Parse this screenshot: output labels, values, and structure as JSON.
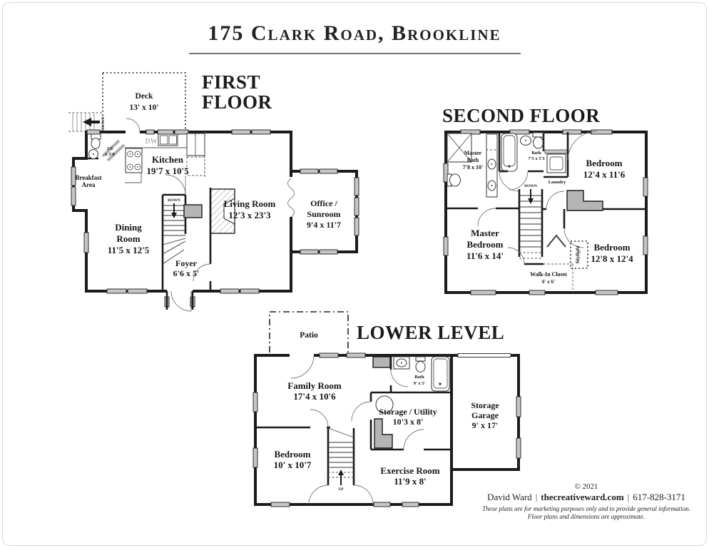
{
  "page": {
    "title": "175 Clark Road, Brookline"
  },
  "first_floor": {
    "heading_line1": "FIRST",
    "heading_line2": "FLOOR",
    "deck": {
      "name": "Deck",
      "dims": "13' x 10'"
    },
    "deck_stairs": {
      "down": "DOWN"
    },
    "half_bath": {
      "dims_line1": "2'6",
      "dims_line2": "x 3'8"
    },
    "breakfast": {
      "line1": "Breakfast",
      "line2": "Area"
    },
    "kitchen": {
      "name": "Kitchen",
      "dims": "19'7 x 10'5",
      "dw": "DW"
    },
    "dining": {
      "line1": "Dining",
      "line2": "Room",
      "dims": "11'5 x 12'5"
    },
    "living": {
      "name": "Living Room",
      "dims": "12'3 x 23'3"
    },
    "office": {
      "line1": "Office /",
      "line2": "Sunroom",
      "dims": "9'4 x 11'7"
    },
    "foyer": {
      "name": "Foyer",
      "dims": "6'6 x 5'"
    },
    "stairs": {
      "down": "DOWN"
    }
  },
  "second_floor": {
    "heading": "SECOND FLOOR",
    "master_bath": {
      "line1": "Master",
      "line2": "Bath",
      "dims": "7'8 x 10'"
    },
    "bath": {
      "name": "Bath",
      "dims": "7'5 x 5'3"
    },
    "laundry": {
      "name": "Laundry"
    },
    "bedroom_top": {
      "name": "Bedroom",
      "dims": "12'4 x 11'6"
    },
    "master_bedroom": {
      "line1": "Master",
      "line2": "Bedroom",
      "dims": "11'6 x 14'"
    },
    "bedroom_right": {
      "name": "Bedroom",
      "dims": "12'8 x 12'4"
    },
    "walk_in_closet": {
      "name": "Walk-In Closet",
      "dims": "6' x 6'"
    },
    "skylight": {
      "name": "Skylight"
    },
    "stairs": {
      "down": "DOWN"
    }
  },
  "lower_level": {
    "heading": "LOWER LEVEL",
    "patio": {
      "name": "Patio"
    },
    "family_room": {
      "name": "Family Room",
      "dims": "17'4 x 10'6"
    },
    "bath": {
      "name": "Bath",
      "dims": "9' x 5'"
    },
    "storage_utility": {
      "name": "Storage / Utility",
      "dims": "10'3 x 8'"
    },
    "storage_garage": {
      "line1": "Storage",
      "line2": "Garage",
      "dims": "9' x 17'"
    },
    "bedroom": {
      "name": "Bedroom",
      "dims": "10' x 10'7"
    },
    "exercise_room": {
      "name": "Exercise Room",
      "dims": "11'9 x 8'"
    },
    "stairs": {
      "up": "UP"
    }
  },
  "footer": {
    "copyright": "© 2021",
    "author": "David Ward",
    "separator": "|",
    "website": "thecreativeward.com",
    "phone": "617-828-3171",
    "disclaimer_line1": "These plans are for marketing purposes only and to provide general information.",
    "disclaimer_line2": "Floor plans and dimensions are approximate."
  },
  "colors": {
    "wall": "#1b1b1b",
    "window_fill": "#c6c6c6",
    "chimney_fill": "#b5b5b5",
    "background": "#ffffff"
  }
}
